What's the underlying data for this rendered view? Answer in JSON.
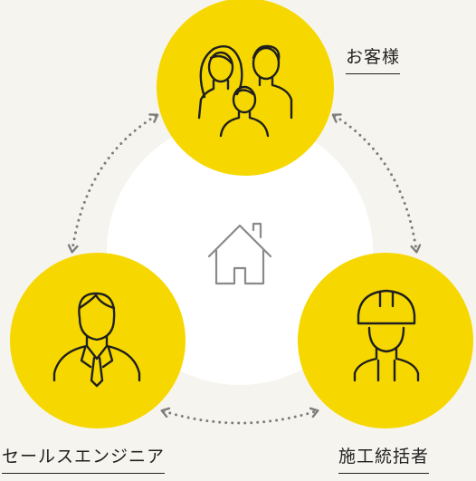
{
  "labels": {
    "customer": "お客様",
    "sales_engineer": "セールスエンジニア",
    "site_supervisor": "施工統括者"
  },
  "colors": {
    "background": "#f6f4ef",
    "center_disc": "#ffffff",
    "node_fill": "#f6d800",
    "icon_stroke": "#1f1f1f",
    "arrow": "#7d7d7d",
    "house": "#8a8a8a"
  },
  "icons": {
    "center": "house-icon",
    "customer": "family-icon",
    "sales_engineer": "businessman-icon",
    "site_supervisor": "construction-worker-icon"
  }
}
